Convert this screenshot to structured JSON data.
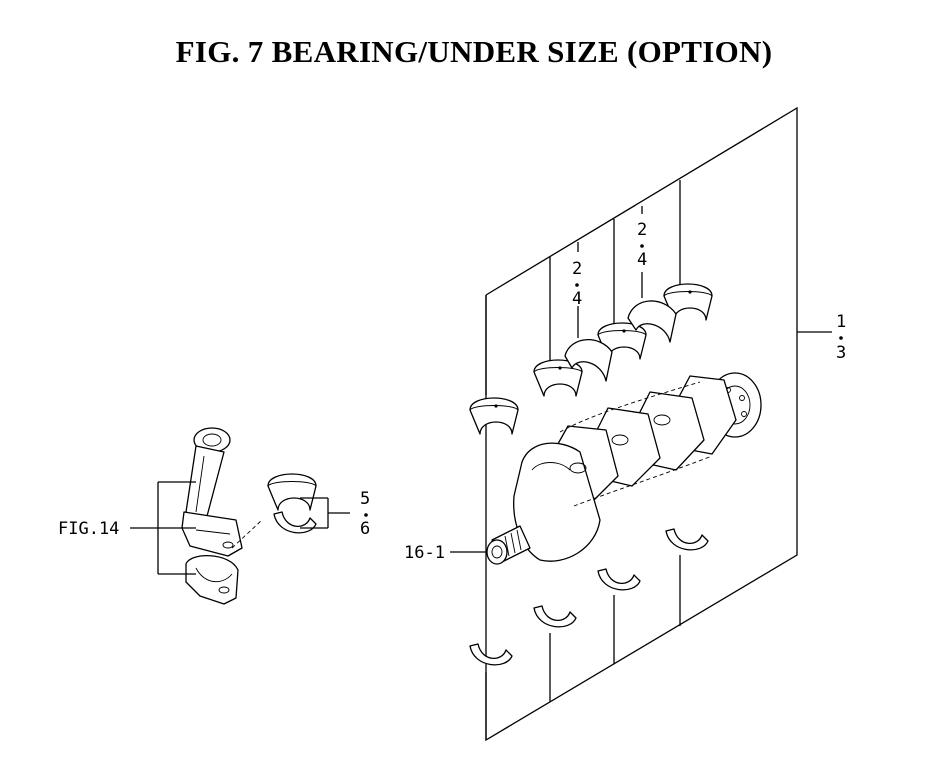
{
  "title": "FIG. 7  BEARING/UNDER SIZE (OPTION)",
  "callouts": {
    "c_1_3": [
      "1",
      "3"
    ],
    "c_2_4_a": [
      "2",
      "4"
    ],
    "c_2_4_b": [
      "2",
      "4"
    ],
    "c_5_6": [
      "5",
      "6"
    ],
    "fig14": "FIG.14",
    "c_16_1": "16-1"
  }
}
